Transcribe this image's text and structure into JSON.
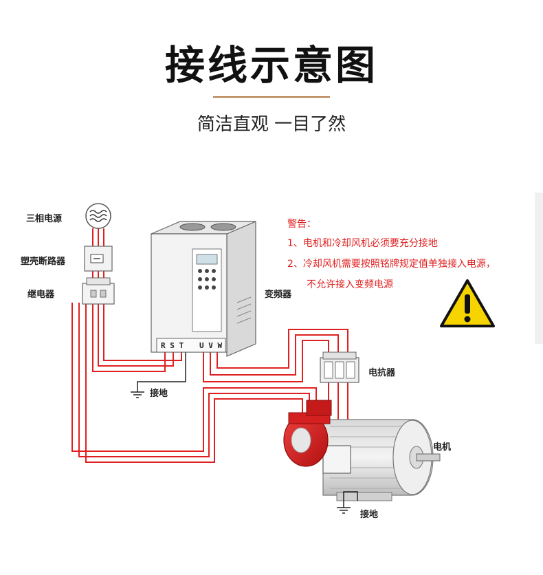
{
  "header": {
    "title": "接线示意图",
    "subtitle": "简洁直观 一目了然"
  },
  "labels": {
    "power": "三相电源",
    "breaker": "塑壳断路器",
    "relay": "继电器",
    "inverter": "变频器",
    "ground_1": "接地",
    "reactor": "电抗器",
    "motor": "电机",
    "ground_2": "接地",
    "input_terminals": "R S T",
    "output_terminals": "U V W"
  },
  "warning": {
    "heading": "警告：",
    "line1": "1、电机和冷却风机必须要充分接地",
    "line2": "2、冷却风机需要按照铭牌规定值单独接入电源，",
    "line3": "不允许接入变频电源"
  },
  "colors": {
    "wire": "#e02020",
    "accent": "#b07a45",
    "warning_yellow": "#f5d400"
  }
}
